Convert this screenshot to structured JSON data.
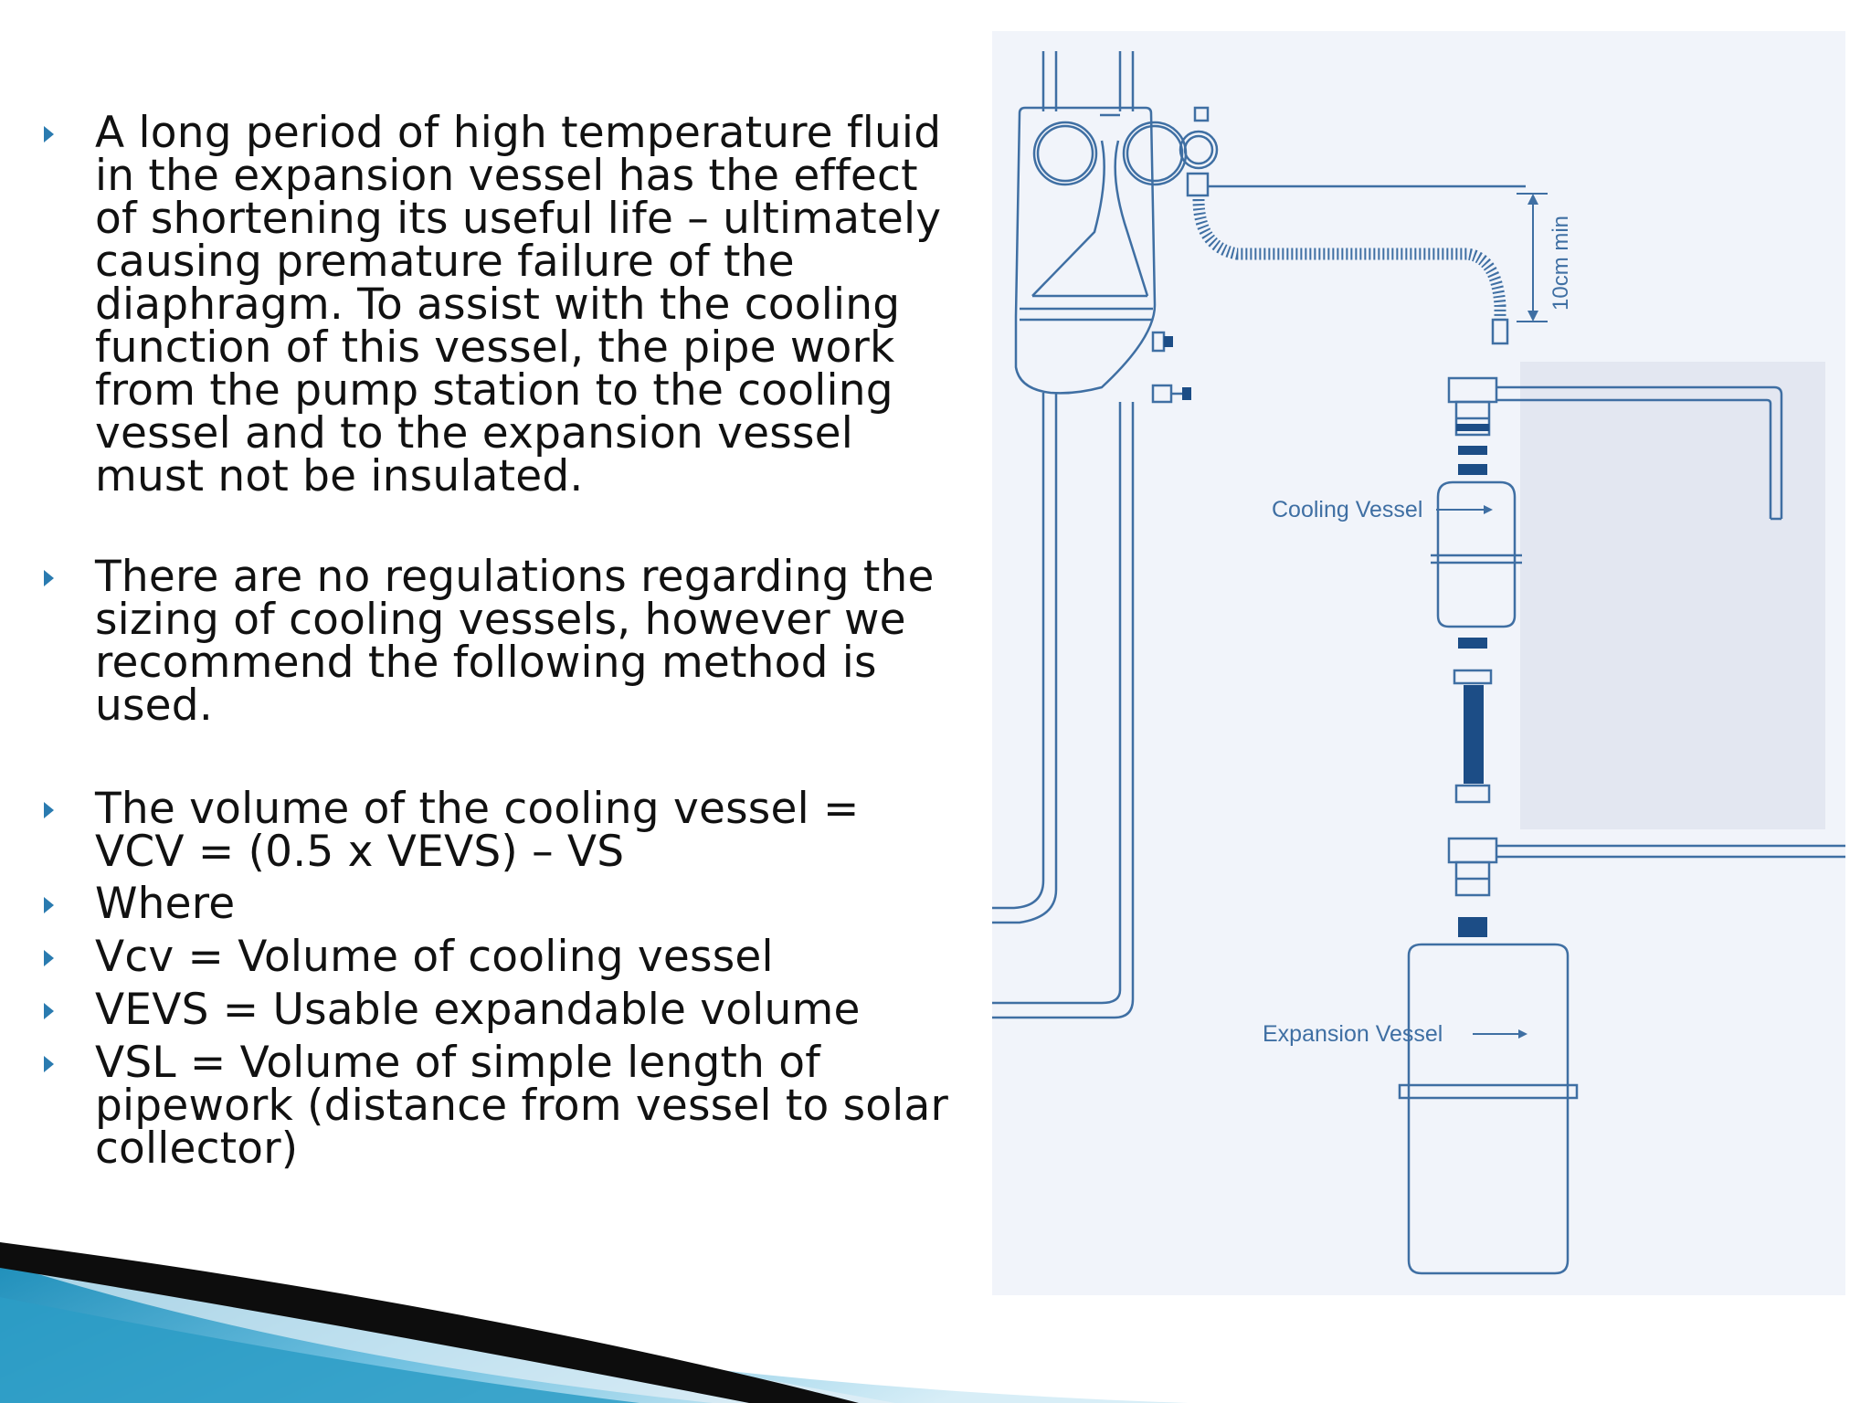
{
  "bullets": [
    {
      "lines": [
        "A long period of high temperature fluid",
        "in the expansion vessel has the effect",
        "of shortening its useful life – ultimately",
        "causing premature failure of the",
        "diaphragm. To assist with the cooling",
        "function of this vessel, the pipe work",
        "from the pump station to the cooling",
        "vessel and to the expansion vessel",
        "must not be insulated."
      ]
    },
    {
      "lines": [
        "There are no regulations regarding the",
        "sizing of cooling vessels, however we",
        "recommend the following method is",
        "used."
      ]
    },
    {
      "lines": [
        "The volume of the cooling vessel =",
        "VCV = (0.5 x VEVS) – VS"
      ]
    },
    {
      "lines": [
        "Where"
      ]
    },
    {
      "lines": [
        "Vcv = Volume of cooling vessel"
      ]
    },
    {
      "lines": [
        "VEVS = Usable expandable volume"
      ]
    },
    {
      "lines": [
        "VSL = Volume of simple length of",
        "pipework (distance from vessel to solar",
        "collector)"
      ]
    }
  ],
  "diagram": {
    "dimension_label": "10cm min",
    "cooling_vessel_label": "Cooling Vessel",
    "expansion_vessel_label": "Expansion Vessel"
  },
  "colors": {
    "line": "#3f6fa3",
    "diagram_bg": "#f1f4fa",
    "shaded_region": "#e3e7f1",
    "bullet": "#2a7bb0",
    "dark_blue": "#1c4d86"
  }
}
